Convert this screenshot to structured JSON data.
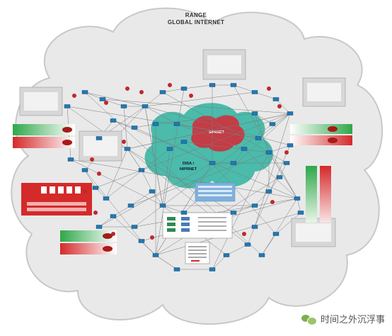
{
  "title_line1": "RANGE",
  "title_line2": "GLOBAL INTERNET",
  "core_labels": {
    "inner": "SIPRNET",
    "outer_line1": "DISA /",
    "outer_line2": "NIPRNET"
  },
  "watermark": {
    "text": "时间之外沉浮事",
    "icon": "wechat-icon"
  },
  "colors": {
    "cloud_fill": "#e9e9e9",
    "cloud_stroke": "#c8c8c8",
    "teal_cloud": "#2fb3a0",
    "red_cloud": "#d12f3a",
    "node_blue": "#1f78b4",
    "red_panel": "#d42a2a",
    "green_gradient": "#2ea84a"
  }
}
